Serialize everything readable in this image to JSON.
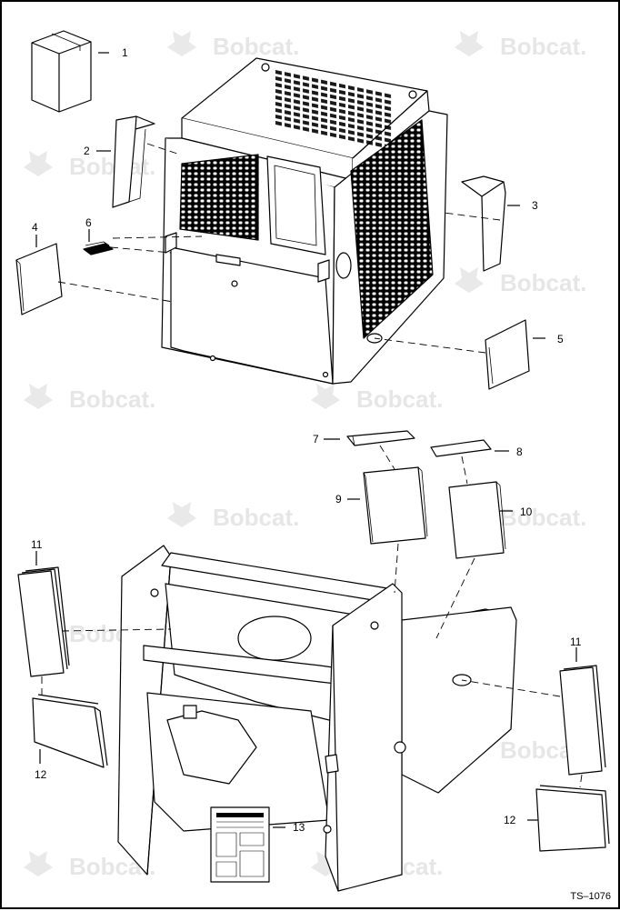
{
  "diagram": {
    "drawing_number": "TS–1076",
    "watermark_text": "Bobcat.",
    "callouts": [
      {
        "id": "c1",
        "label": "1"
      },
      {
        "id": "c2",
        "label": "2"
      },
      {
        "id": "c3",
        "label": "3"
      },
      {
        "id": "c4",
        "label": "4"
      },
      {
        "id": "c5",
        "label": "5"
      },
      {
        "id": "c6",
        "label": "6"
      },
      {
        "id": "c7",
        "label": "7"
      },
      {
        "id": "c8",
        "label": "8"
      },
      {
        "id": "c9",
        "label": "9"
      },
      {
        "id": "c10",
        "label": "10"
      },
      {
        "id": "c11a",
        "label": "11"
      },
      {
        "id": "c11b",
        "label": "11"
      },
      {
        "id": "c12a",
        "label": "12"
      },
      {
        "id": "c12b",
        "label": "12"
      },
      {
        "id": "c13",
        "label": "13"
      }
    ],
    "colors": {
      "line": "#000000",
      "watermark": "#e6e6e6",
      "part_fill": "#f2f2f2"
    }
  }
}
